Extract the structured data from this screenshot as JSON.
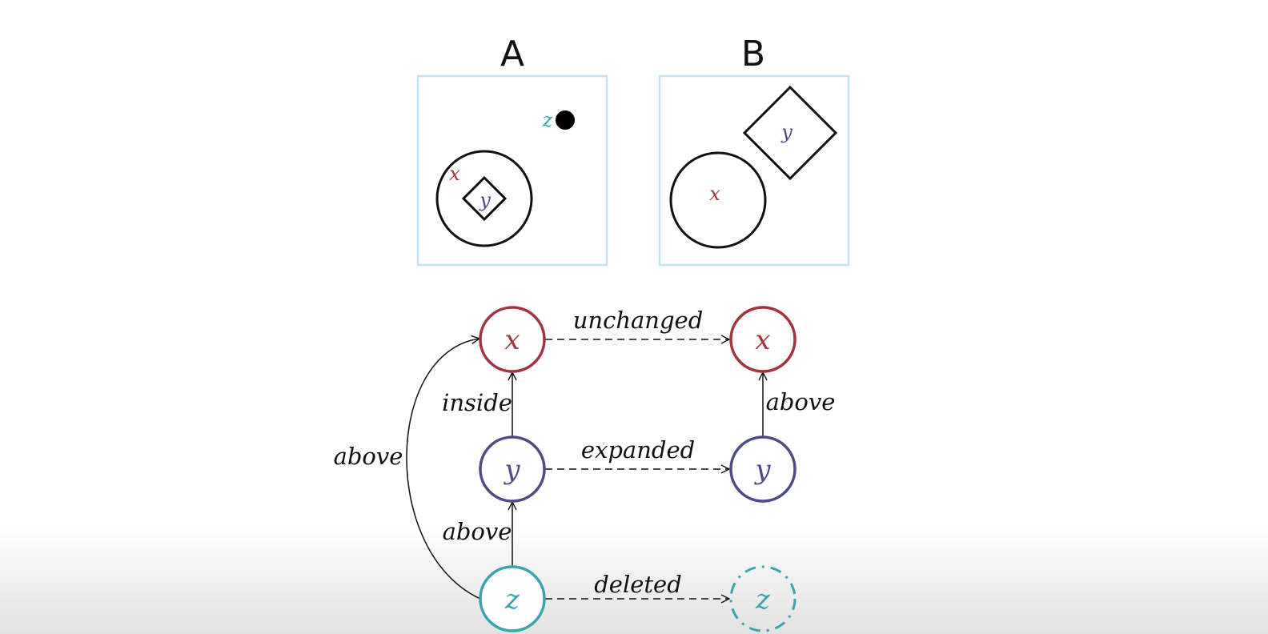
{
  "scenes": {
    "a": {
      "title": "A",
      "labels": {
        "x": "x",
        "y": "y",
        "z": "z"
      }
    },
    "b": {
      "title": "B",
      "labels": {
        "x": "x",
        "y": "y"
      }
    }
  },
  "graph": {
    "nodes": {
      "x_a": "x",
      "y_a": "y",
      "z_a": "z",
      "x_b": "x",
      "y_b": "y",
      "z_b": "z"
    },
    "edges": {
      "x_unchanged": "unchanged",
      "y_expanded": "expanded",
      "z_deleted": "deleted",
      "y_inside_x": "inside",
      "z_above_y": "above",
      "z_above_x": "above",
      "y_above_x_b": "above"
    }
  },
  "colors": {
    "x": "#a3323d",
    "y": "#4e4c86",
    "z": "#3aa4ae",
    "panel_border": "#bfe3f2",
    "ink": "#111111"
  }
}
